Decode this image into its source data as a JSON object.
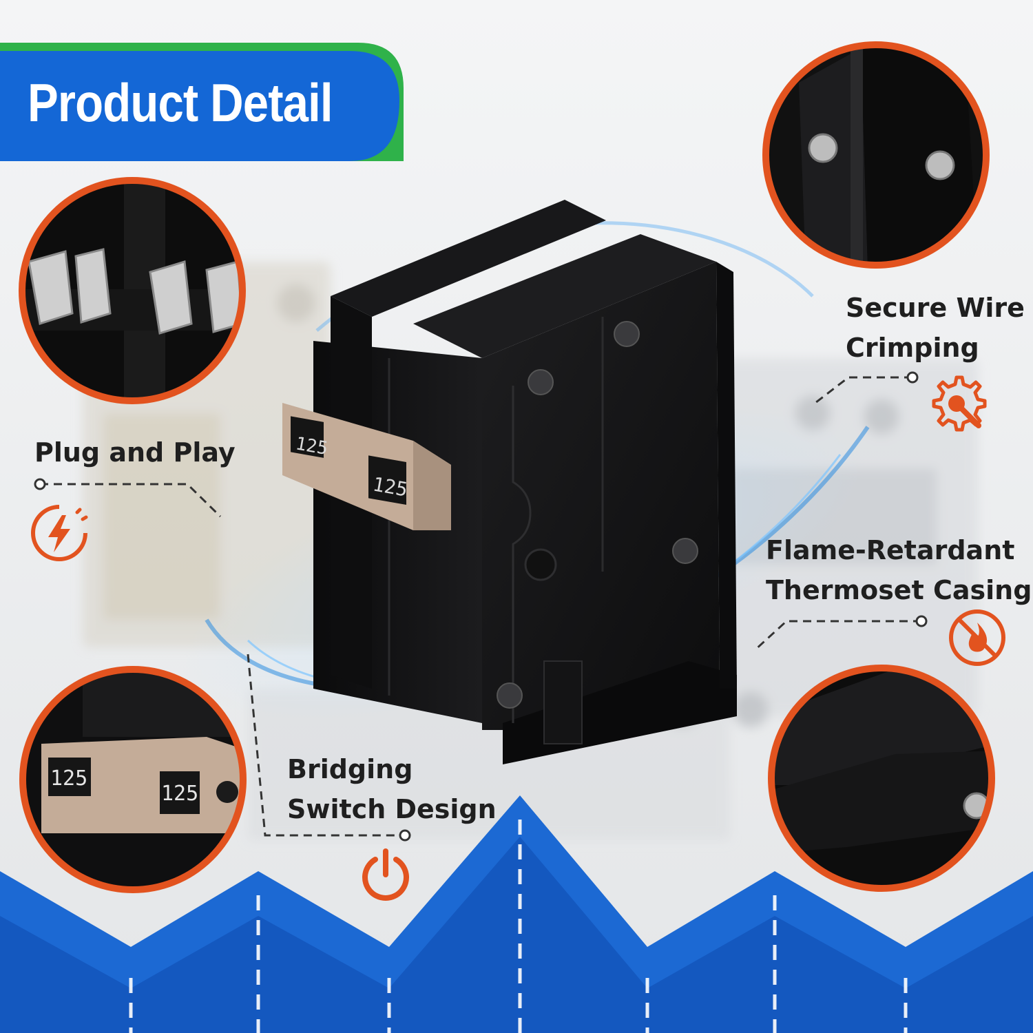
{
  "header": {
    "title": "Product Detail"
  },
  "features": [
    {
      "id": "plug",
      "line1": "Plug and Play",
      "line2": ""
    },
    {
      "id": "wire",
      "line1": "Secure Wire",
      "line2": "Crimping"
    },
    {
      "id": "flame",
      "line1": "Flame-Retardant",
      "line2": "Thermoset Casing"
    },
    {
      "id": "switch",
      "line1": "Bridging",
      "line2": "Switch Design"
    }
  ],
  "product": {
    "rating": "125"
  },
  "colors": {
    "accent_orange": "#e2531f",
    "brand_blue": "#1467d6",
    "accent_green": "#2fb24a",
    "label_text": "#1f1f1f",
    "handle_tan": "#c4ac98"
  },
  "icons": [
    "lightning-icon",
    "gear-wrench-icon",
    "no-fire-icon",
    "power-icon"
  ]
}
